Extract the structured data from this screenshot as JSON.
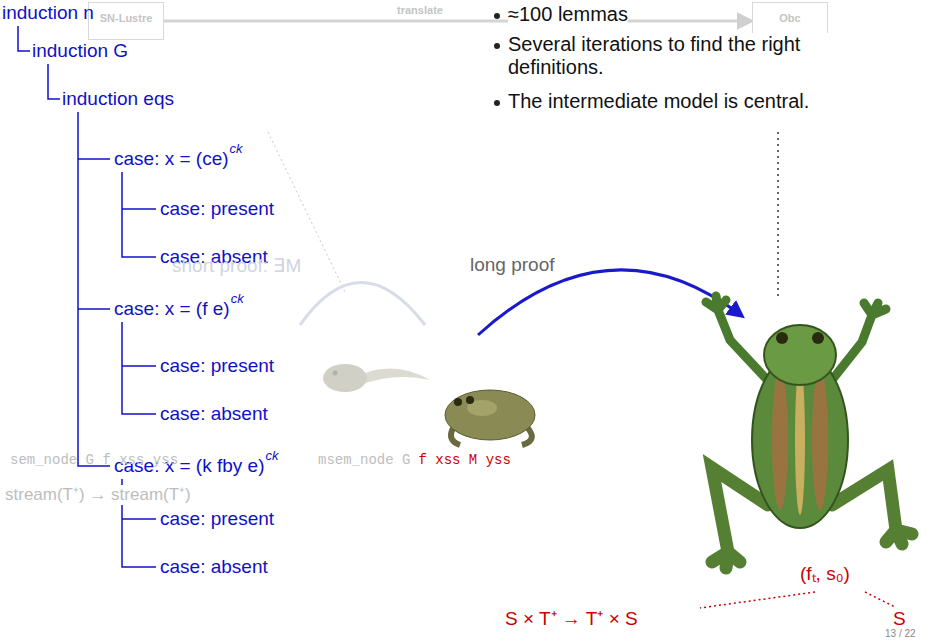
{
  "diagram": {
    "nodes": [
      {
        "text": [
          "SN-Lustre"
        ]
      },
      {
        "text": [
          "Obc"
        ]
      }
    ],
    "edges": [
      {
        "from": 0,
        "to": 1,
        "arrow": "to",
        "label": "translate"
      }
    ],
    "labels": [
      "induction n",
      "induction G",
      "induction eqs",
      "case: x = (ce)",
      "ck",
      "case: present",
      "case: absent",
      "case: x = (f e)",
      "ck",
      "case: present",
      "case: absent",
      "case: x = (k fby e)",
      "ck",
      "case: present",
      "case: absent",
      "short proof: ∃M",
      "long proof",
      "≈100 lemmas",
      "Several iterations to find the right definitions.",
      "The intermediate model is central.",
      "sem_node G f xss yss",
      "msem_node G",
      "f xss M yss",
      "stream(T⁺) → stream(T⁺)",
      "(fₜ, s₀)",
      "S × T⁺ → T⁺ × S",
      "S",
      "13 / 22"
    ]
  }
}
